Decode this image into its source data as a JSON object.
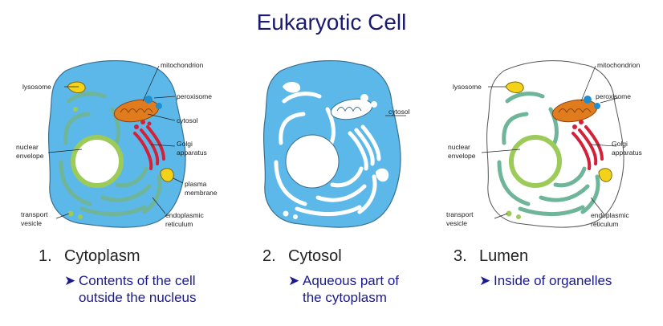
{
  "title": "Eukaryotic Cell",
  "colors": {
    "cytosol_blue": "#5bb8e8",
    "outline": "#3a6f8f",
    "er_green": "#6fb59a",
    "nucleus_green": "#9ccb5a",
    "mitochondrion_orange": "#e07b1e",
    "golgi_red": "#d4213a",
    "lysosome_yellow": "#f4d21a",
    "peroxisome_blue": "#1f8fd0",
    "title_color": "#1a1a6e",
    "bullet_color": "#1a1a8e"
  },
  "figures": {
    "left": {
      "labels": {
        "mitochondrion": "mitochondrion",
        "lysosome": "lysosome",
        "peroxisome": "peroxisome",
        "cytosol": "cytosol",
        "nuclear1": "nuclear",
        "nuclear2": "envelope",
        "golgi1": "Golgi",
        "golgi2": "apparatus",
        "plasma1": "plasma",
        "plasma2": "membrane",
        "transport1": "transport",
        "transport2": "vesicle",
        "er1": "endoplasmic",
        "er2": "reticulum"
      }
    },
    "middle": {
      "labels": {
        "cytosol": "cytosol"
      }
    },
    "right": {
      "labels": {
        "mitochondrion": "mitochondrion",
        "lysosome": "lysosome",
        "peroxisome": "peroxisome",
        "nuclear1": "nuclear",
        "nuclear2": "envelope",
        "golgi1": "Golgi",
        "golgi2": "apparatus",
        "transport1": "transport",
        "transport2": "vesicle",
        "er1": "endoplasmic",
        "er2": "reticulum"
      }
    }
  },
  "captions": [
    {
      "number": "1.",
      "heading": "Cytoplasm",
      "bullet_line1": "Contents of the cell",
      "bullet_line2": "outside the nucleus"
    },
    {
      "number": "2.",
      "heading": "Cytosol",
      "bullet_line1": "Aqueous part of",
      "bullet_line2": "the cytoplasm"
    },
    {
      "number": "3.",
      "heading": "Lumen",
      "bullet_line1": "Inside of organelles",
      "bullet_line2": ""
    }
  ]
}
